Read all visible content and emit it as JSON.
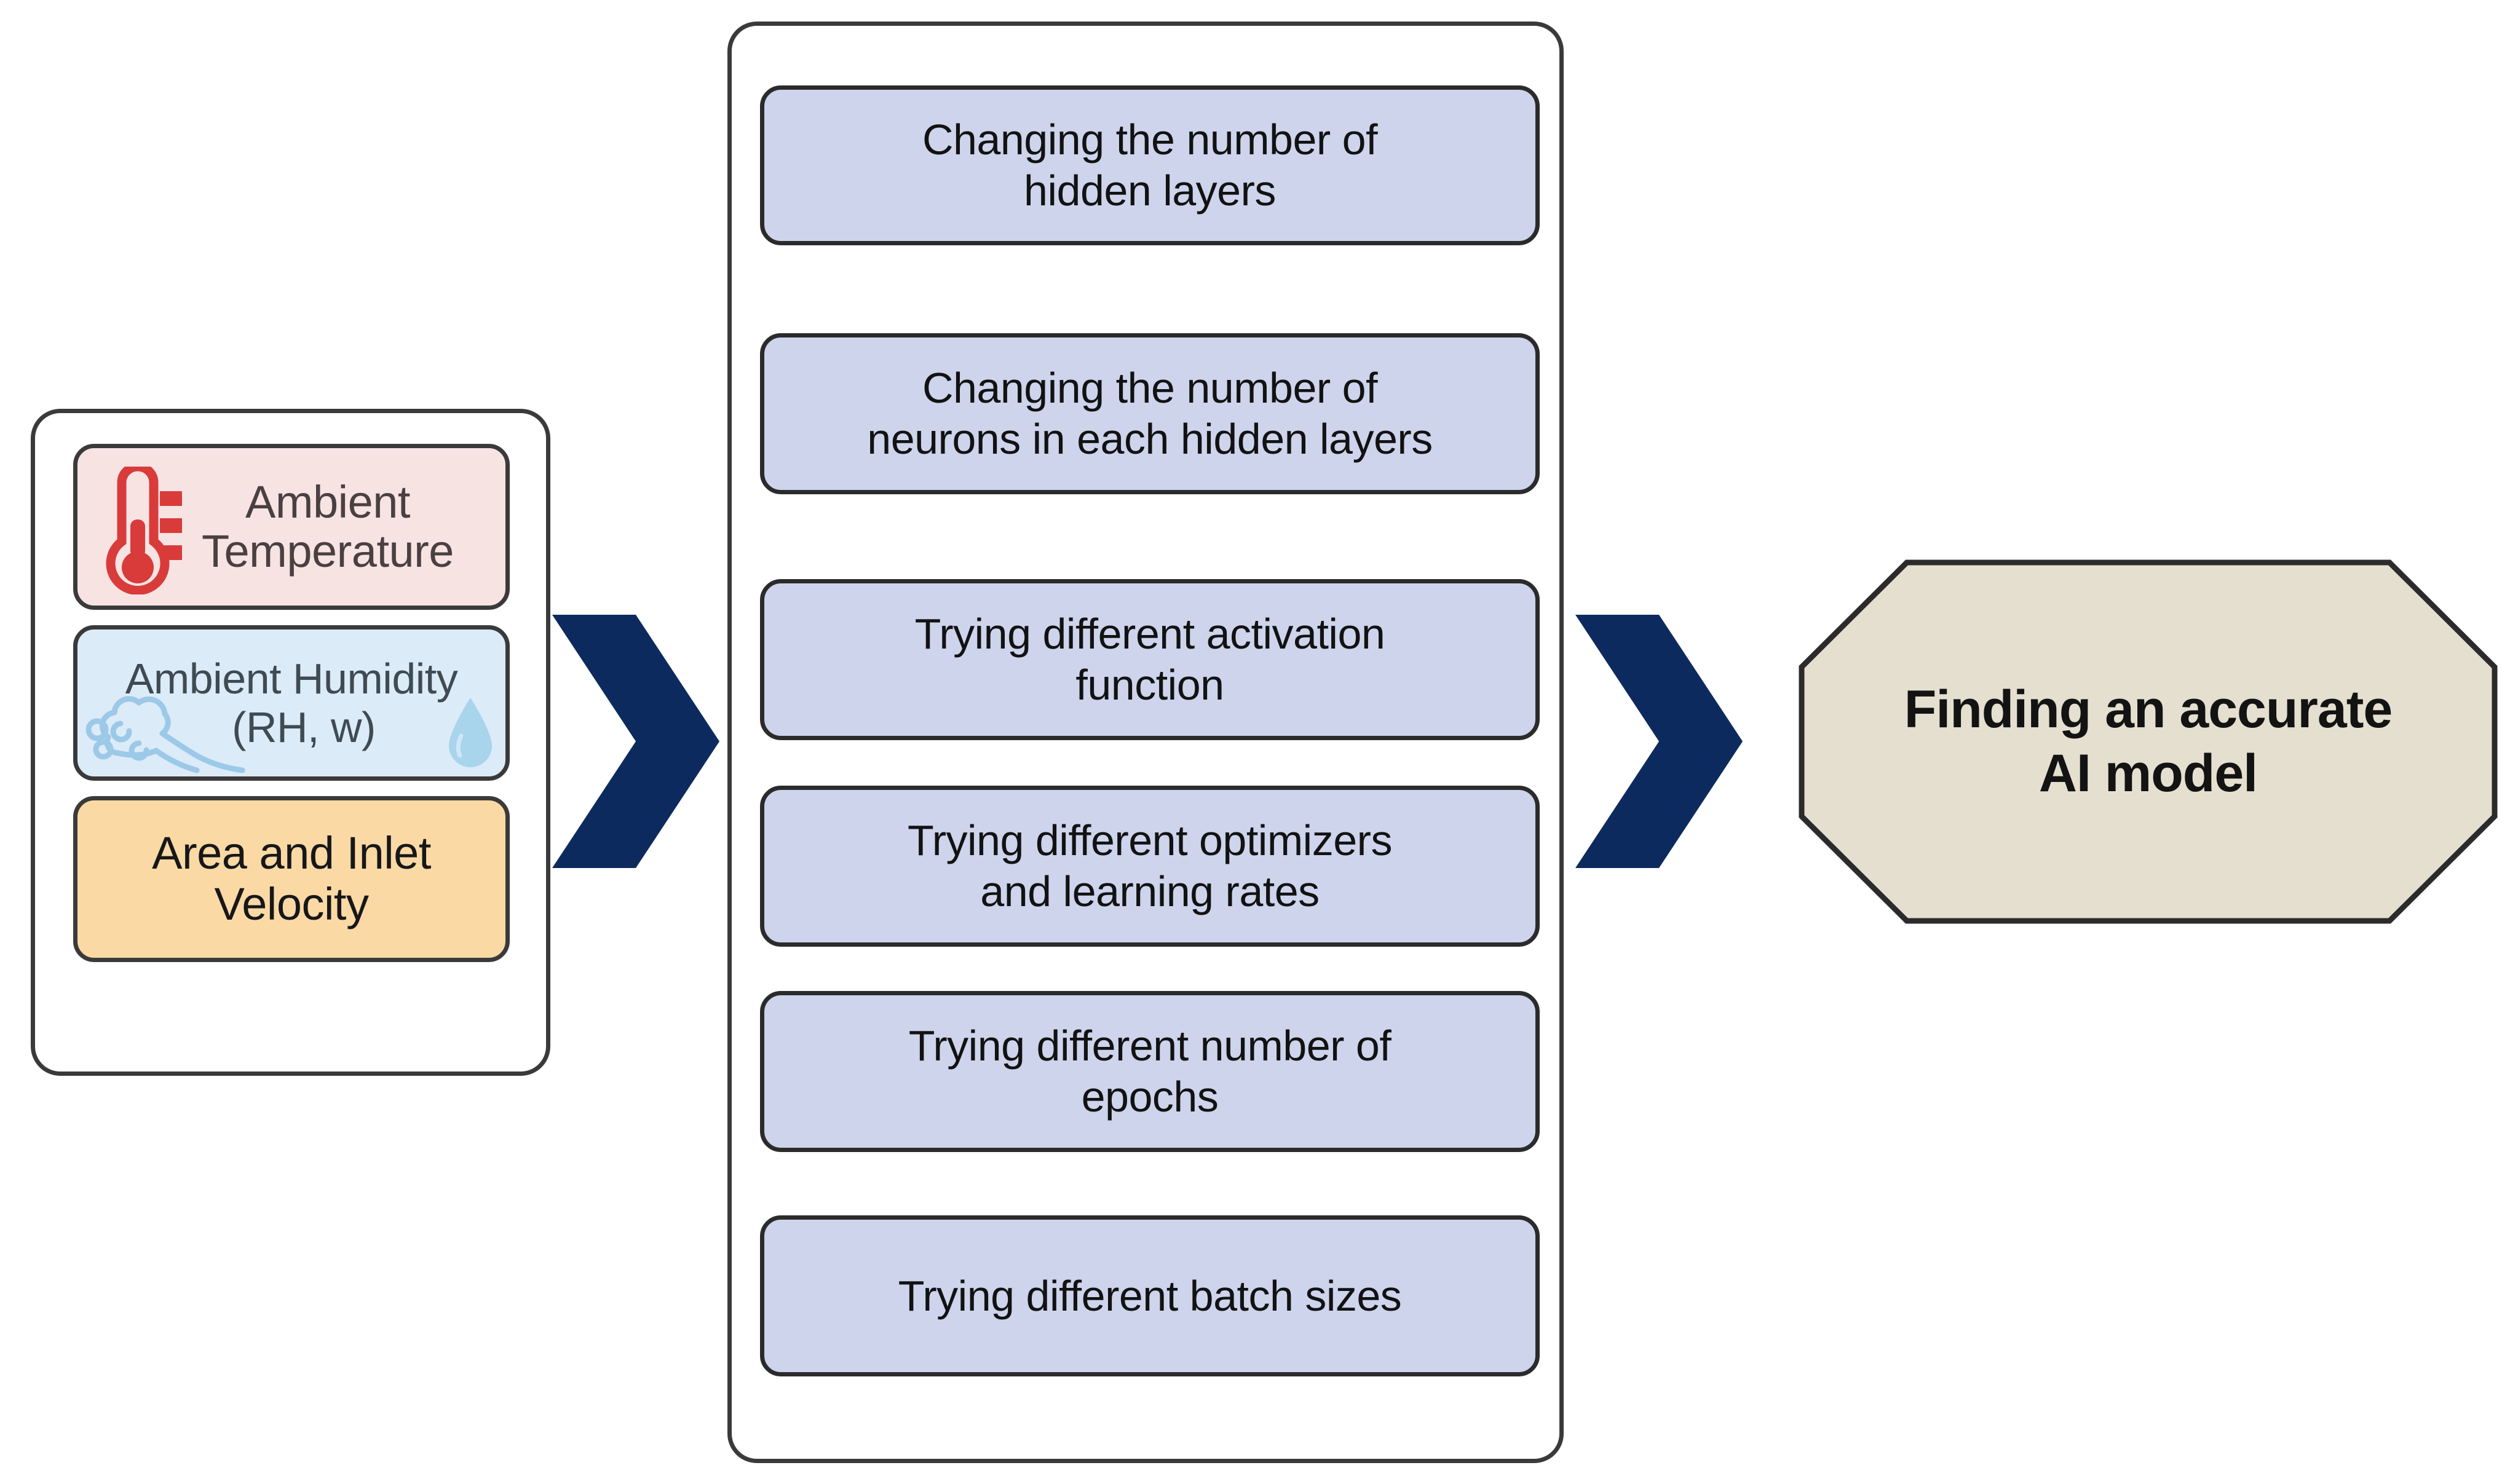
{
  "colors": {
    "arrow_navy": "#0C2A5E",
    "process_blue": "#CDD4EC",
    "temperature_pink": "#F8E3E3",
    "humidity_blue": "#DCEBF8",
    "area_orange": "#FBD9A4",
    "result_beige": "#E5DFD0",
    "border_dark": "#3A3A3A",
    "thermometer_red": "#D93B3B",
    "cloud_blue": "#9CC9E8",
    "droplet_blue": "#A8D4EC"
  },
  "inputs": {
    "container_name": "model-inputs",
    "cards": [
      {
        "id": "ambient-temperature",
        "line1": "Ambient",
        "line2": "Temperature",
        "icon": "thermometer-icon"
      },
      {
        "id": "ambient-humidity",
        "line1": "Ambient Humidity",
        "line2": "(RH, w)",
        "icon_left": "cloud-icon",
        "icon_right": "water-droplet-icon"
      },
      {
        "id": "area-and-inlet-velocity",
        "line1": "Area and Inlet",
        "line2": "Velocity",
        "icon": null
      }
    ]
  },
  "arrows": [
    {
      "id": "arrow-inputs-to-tuning",
      "icon": "chevron-right-icon"
    },
    {
      "id": "arrow-tuning-to-result",
      "icon": "chevron-right-icon"
    }
  ],
  "tuning": {
    "container_name": "hyperparameter-tuning-steps",
    "steps": [
      {
        "id": "hidden-layers",
        "line1": "Changing the number of",
        "line2": "hidden layers"
      },
      {
        "id": "neurons-per-layer",
        "line1": "Changing the number of",
        "line2": "neurons in each hidden layers"
      },
      {
        "id": "activation-function",
        "line1": "Trying different activation",
        "line2": "function"
      },
      {
        "id": "optimizers-lr",
        "line1": "Trying different optimizers",
        "line2": "and learning rates"
      },
      {
        "id": "epochs",
        "line1": "Trying different number of",
        "line2": "epochs"
      },
      {
        "id": "batch-sizes",
        "line1": "Trying different batch sizes",
        "line2": ""
      }
    ]
  },
  "result": {
    "id": "accurate-ai-model",
    "line1": "Finding an accurate",
    "line2": "AI model",
    "shape": "octagon"
  }
}
